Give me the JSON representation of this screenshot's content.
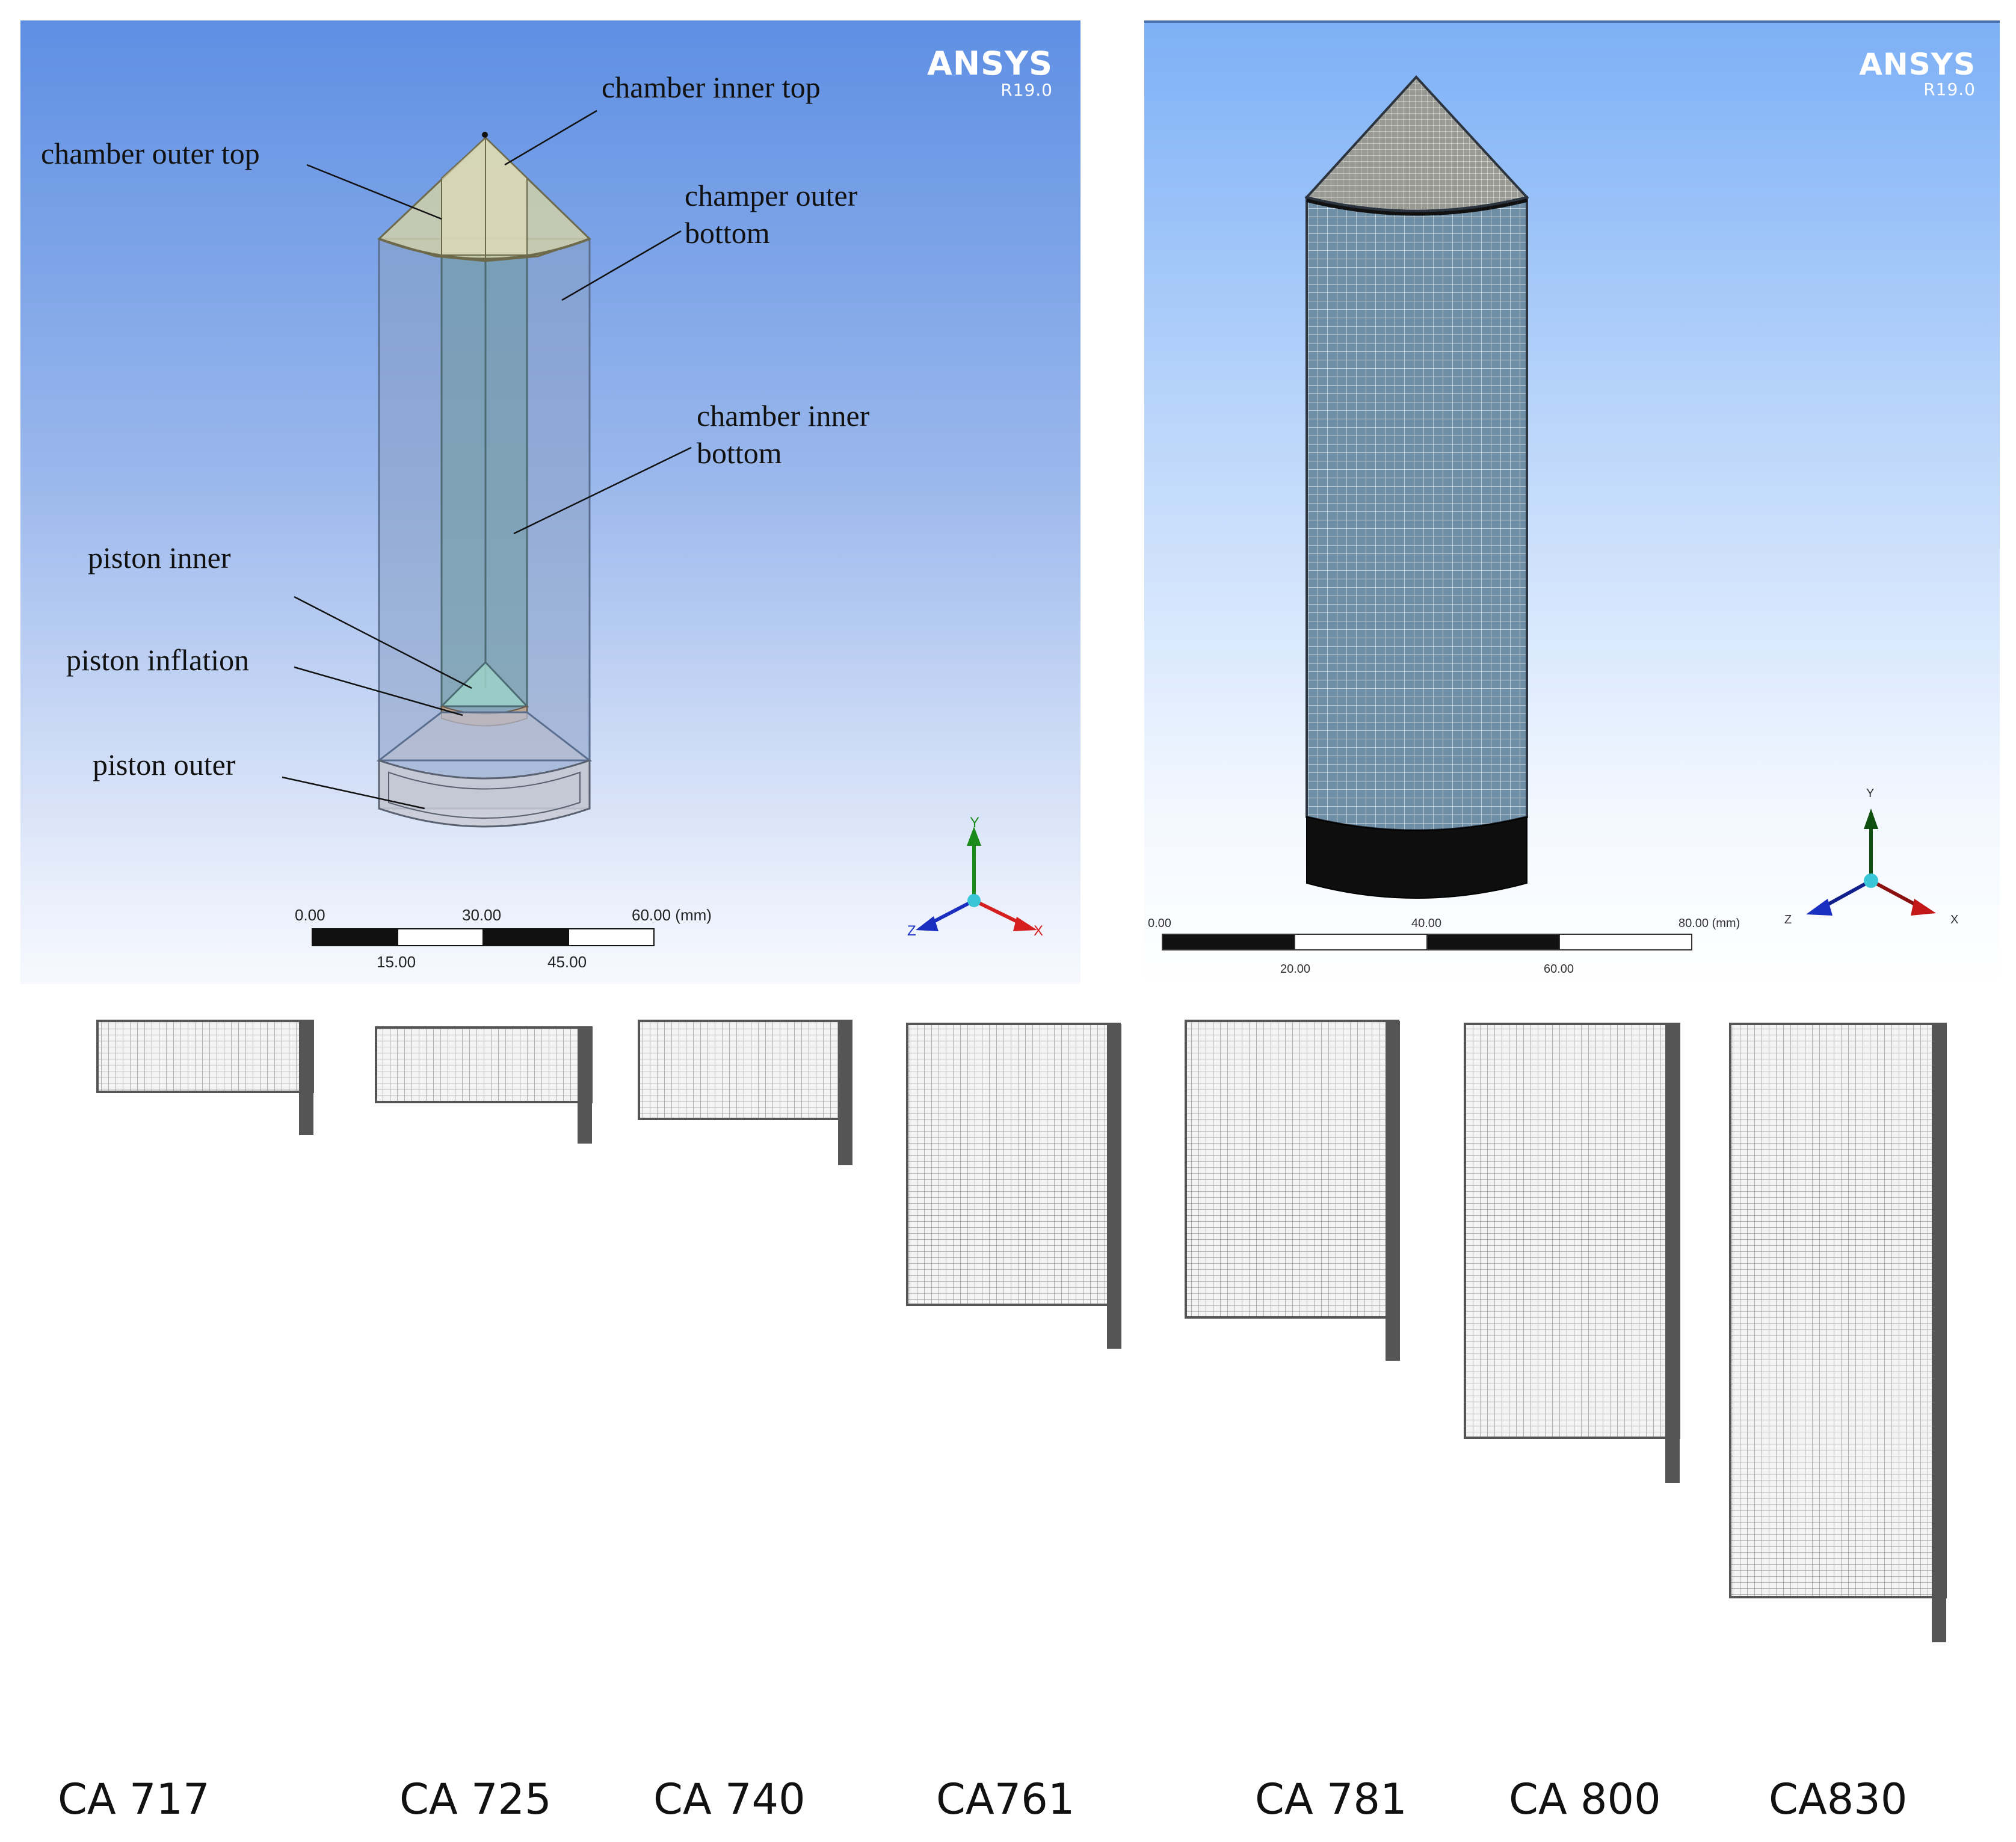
{
  "geometry_panel": {
    "logo": "ANSYS",
    "version": "R19.0",
    "labels": {
      "chamber_inner_top": "chamber inner top",
      "chamber_outer_top": "chamber outer top",
      "champer_outer_bottom_l1": "champer outer",
      "champer_outer_bottom_l2": "bottom",
      "chamber_inner_bottom_l1": "chamber inner",
      "chamber_inner_bottom_l2": "bottom",
      "piston_inner": "piston inner",
      "piston_inflation": "piston inflation",
      "piston_outer": "piston outer"
    },
    "scale_bar": {
      "top_ticks": [
        "0.00",
        "30.00",
        "60.00 (mm)"
      ],
      "bottom_ticks": [
        "15.00",
        "45.00"
      ]
    },
    "axes": {
      "x": "X",
      "y": "Y",
      "z": "Z"
    }
  },
  "mesh_panel": {
    "logo": "ANSYS",
    "version": "R19.0",
    "scale_bar": {
      "top_ticks": [
        "0.00",
        "40.00",
        "80.00 (mm)"
      ],
      "bottom_ticks": [
        "20.00",
        "60.00"
      ]
    },
    "axes": {
      "x": "X",
      "y": "Y",
      "z": "Z"
    }
  },
  "crank_angles": [
    "CA 717",
    "CA 725",
    "CA 740",
    "CA761",
    "CA 781",
    "CA 800",
    "CA830"
  ],
  "colors": {
    "background_top": "#5e8fe3",
    "mesh_face": "#6e8ea4",
    "piston_dark": "#111111",
    "axis_x": "#d62020",
    "axis_y": "#1a8a1a",
    "axis_z": "#1a2fbf"
  }
}
